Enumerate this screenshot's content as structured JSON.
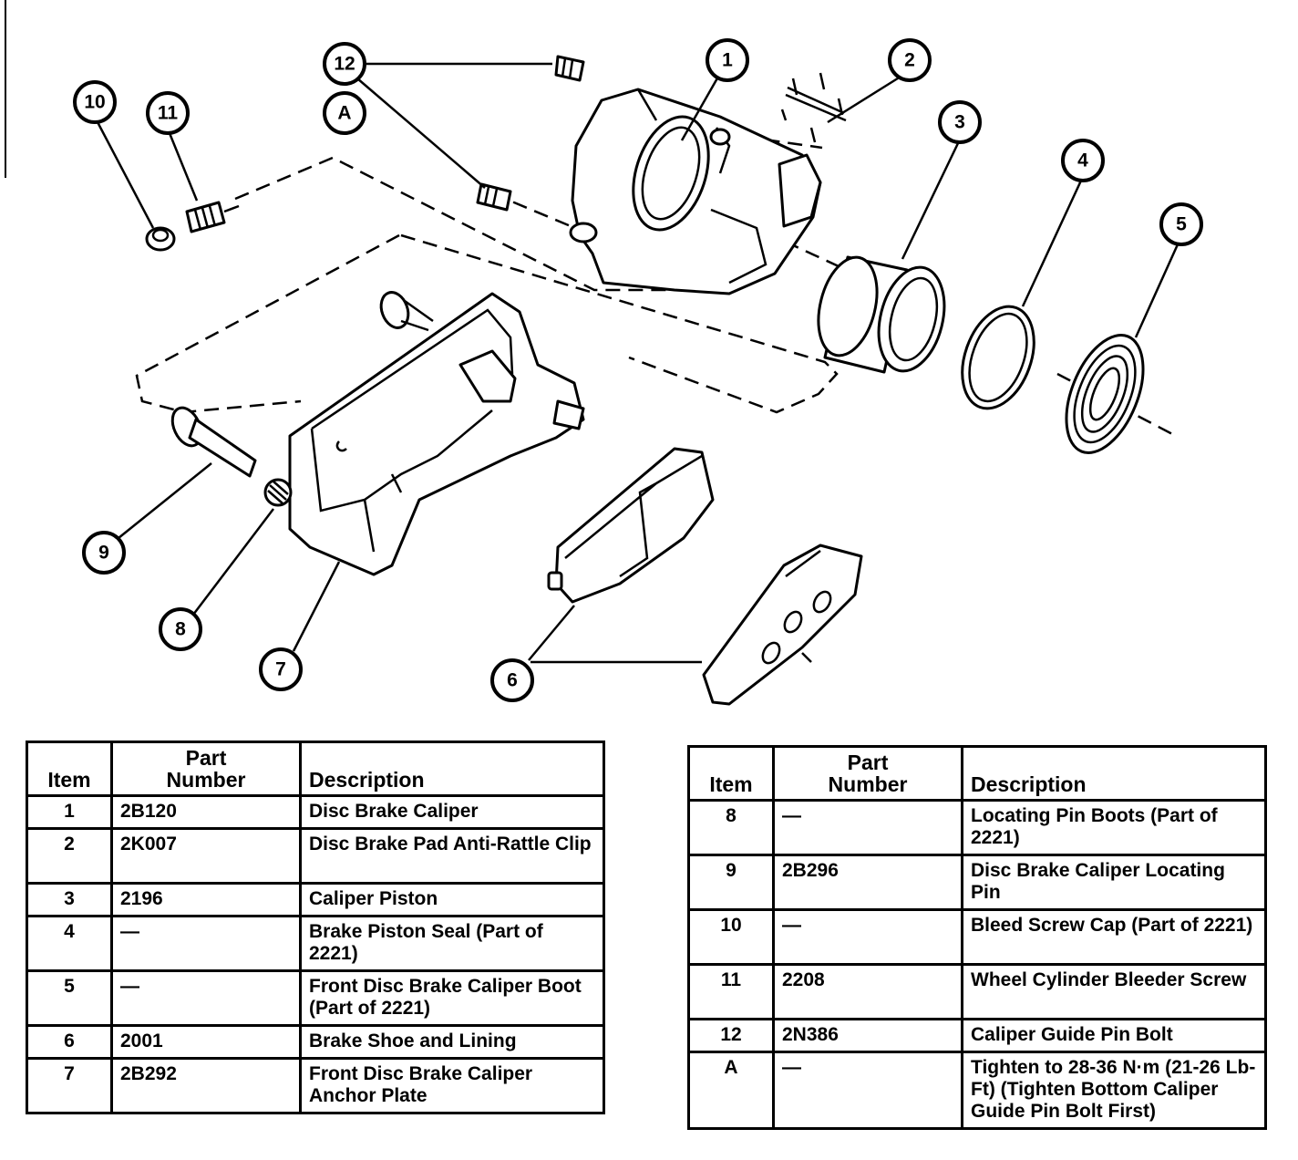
{
  "callouts": [
    "1",
    "2",
    "3",
    "4",
    "5",
    "6",
    "7",
    "8",
    "9",
    "10",
    "11",
    "12",
    "A"
  ],
  "tables": {
    "headers": {
      "item": "Item",
      "part_number_line1": "Part",
      "part_number_line2": "Number",
      "description": "Description"
    },
    "left": [
      {
        "item": "1",
        "part": "2B120",
        "desc": "Disc Brake Caliper"
      },
      {
        "item": "2",
        "part": "2K007",
        "desc": "Disc Brake Pad Anti-Rattle Clip"
      },
      {
        "item": "3",
        "part": "2196",
        "desc": "Caliper Piston"
      },
      {
        "item": "4",
        "part": "—",
        "desc": "Brake Piston Seal (Part of 2221)"
      },
      {
        "item": "5",
        "part": "—",
        "desc": "Front Disc Brake Caliper Boot (Part of 2221)"
      },
      {
        "item": "6",
        "part": "2001",
        "desc": "Brake Shoe and Lining"
      },
      {
        "item": "7",
        "part": "2B292",
        "desc": "Front Disc Brake Caliper Anchor Plate"
      }
    ],
    "right": [
      {
        "item": "8",
        "part": "—",
        "desc": "Locating Pin Boots (Part of 2221)"
      },
      {
        "item": "9",
        "part": "2B296",
        "desc": "Disc Brake Caliper Locating Pin"
      },
      {
        "item": "10",
        "part": "—",
        "desc": "Bleed Screw Cap (Part of 2221)"
      },
      {
        "item": "11",
        "part": "2208",
        "desc": "Wheel Cylinder Bleeder Screw"
      },
      {
        "item": "12",
        "part": "2N386",
        "desc": "Caliper Guide Pin Bolt"
      },
      {
        "item": "A",
        "part": "—",
        "desc": "Tighten to 28-36 N·m (21-26 Lb-Ft) (Tighten Bottom Caliper Guide Pin Bolt First)"
      }
    ]
  }
}
